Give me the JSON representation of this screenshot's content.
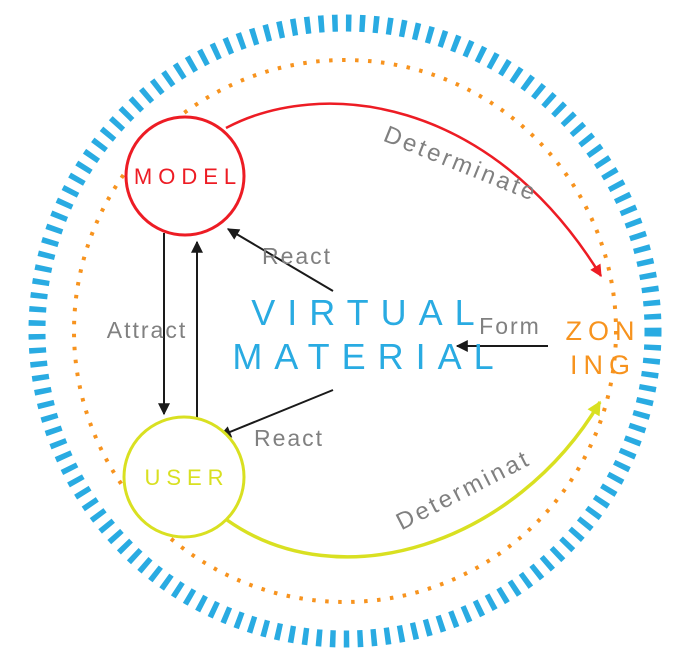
{
  "diagram": {
    "center": {
      "line1": "VIRTUAL",
      "line2": "MATERIAL"
    },
    "nodes": {
      "model": {
        "label": "MODEL",
        "color": "#ED1C24"
      },
      "user": {
        "label": "USER",
        "color": "#D9E021"
      },
      "zoning": {
        "line1": "ZON",
        "line2": "ING",
        "color": "#F7931E"
      }
    },
    "labels": {
      "determinate_top": "Determinate",
      "form": "Form",
      "attract": "Attract",
      "react_top": "React",
      "react_bottom": "React",
      "determinate_bottom": "Determinat"
    },
    "colors": {
      "blue": "#29ABE2",
      "orange": "#F7931E",
      "red": "#ED1C24",
      "yellow_green": "#D9E021",
      "gray": "#808080",
      "black": "#1A1A1A"
    }
  }
}
